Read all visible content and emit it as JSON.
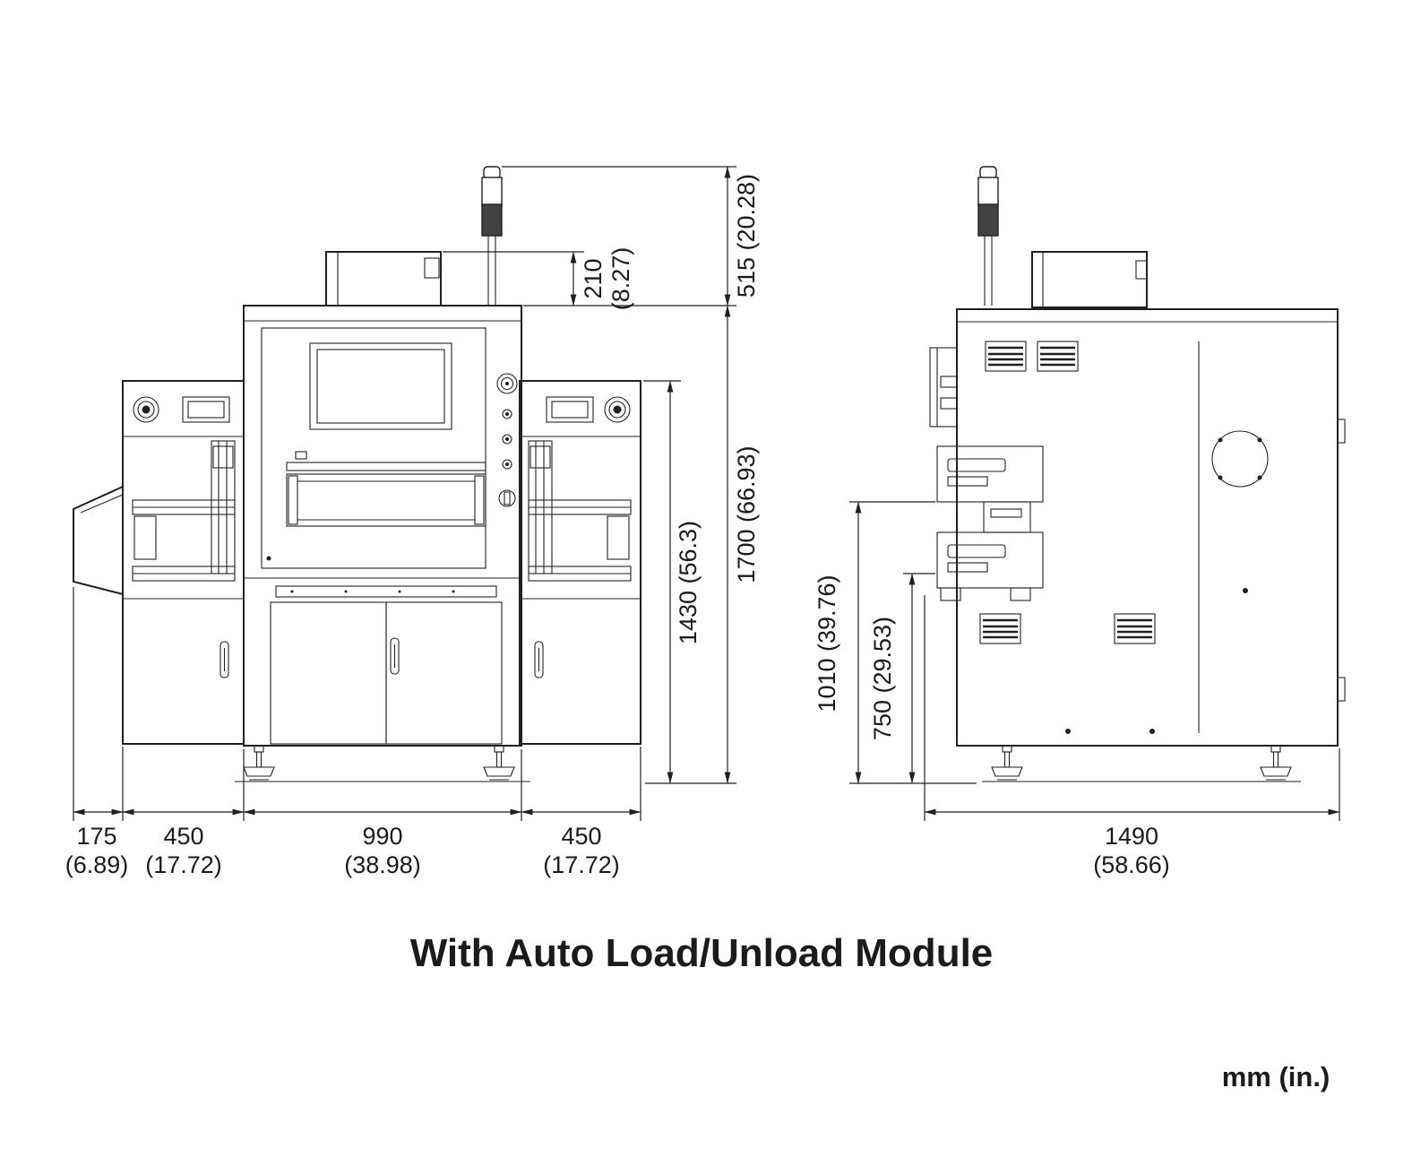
{
  "caption": "With Auto Load/Unload Module",
  "units_label": "mm (in.)",
  "front_view": {
    "dimensions": {
      "top_module_height_mm": "210",
      "top_module_height_in": "(8.27)",
      "tower_clearance": "515 (20.28)",
      "body_height": "1430 (56.3)",
      "overall_height": "1700 (66.93)",
      "chute_width_mm": "175",
      "chute_width_in": "(6.89)",
      "left_module_width_mm": "450",
      "left_module_width_in": "(17.72)",
      "center_width_mm": "990",
      "center_width_in": "(38.98)",
      "right_module_width_mm": "450",
      "right_module_width_in": "(17.72)"
    }
  },
  "side_view": {
    "dimensions": {
      "upper_height": "1010 (39.76)",
      "lower_height": "750 (29.53)",
      "depth_mm": "1490",
      "depth_in": "(58.66)"
    }
  }
}
